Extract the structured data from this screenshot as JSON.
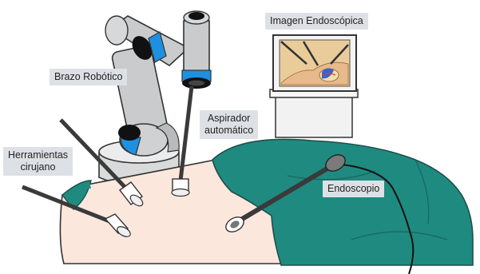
{
  "labels": {
    "brazo": "Brazo Robótico",
    "imagen": "Imagen Endoscópica",
    "aspirador_1": "Aspirador",
    "aspirador_2": "automático",
    "herramientas_1": "Herramientas",
    "herramientas_2": "cirujano",
    "endoscopio": "Endoscopio"
  },
  "colors": {
    "drape": "#1f8a80",
    "skin": "#fbe7dc",
    "robot_gray": "#c9cbcd",
    "accent_blue": "#1e90e0",
    "label_bg": "#dde1e6",
    "instrument": "#3a3a3a"
  }
}
